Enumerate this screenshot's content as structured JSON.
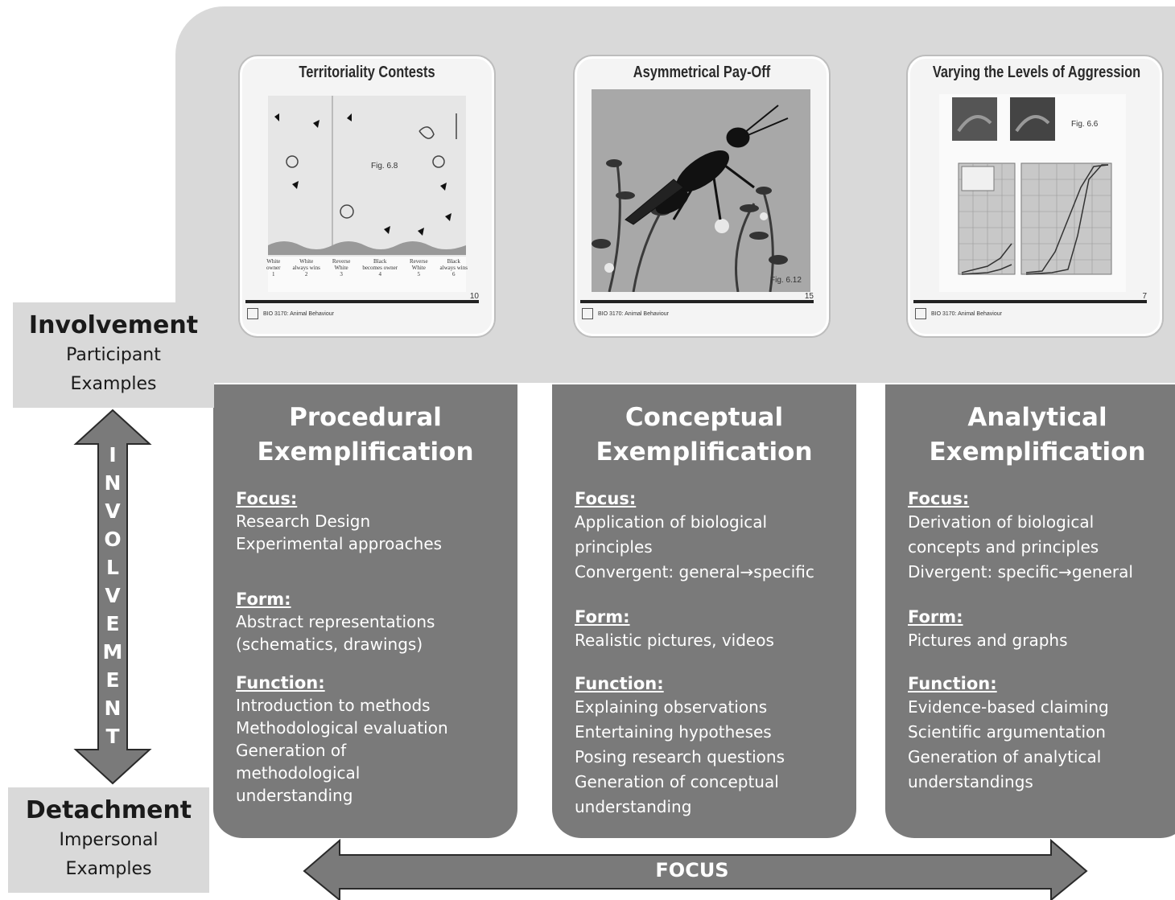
{
  "slides": [
    {
      "title": "Territoriality Contests",
      "fig": "Fig. 6.8",
      "page": "10",
      "footer": "BIO 3170: Animal Behaviour",
      "labels": [
        {
          "top": "White",
          "bottom": "owner",
          "num": "1"
        },
        {
          "top": "White",
          "bottom": "always wins",
          "num": "2"
        },
        {
          "top": "Reverse",
          "bottom": "White",
          "num": "3"
        },
        {
          "top": "Black",
          "bottom": "becomes owner",
          "num": "4"
        },
        {
          "top": "Reverse",
          "bottom": "White",
          "num": "5"
        },
        {
          "top": "Black",
          "bottom": "always wins",
          "num": "6"
        }
      ]
    },
    {
      "title": "Asymmetrical Pay-Off",
      "fig": "Fig. 6.12",
      "page": "15",
      "footer": "BIO 3170: Animal Behaviour"
    },
    {
      "title": "Varying the Levels of Aggression",
      "fig": "Fig. 6.6",
      "page": "7",
      "footer": "BIO 3170: Animal Behaviour"
    }
  ],
  "columns": [
    {
      "title": [
        "Procedural",
        "Exemplification"
      ],
      "focus_label": "Focus:",
      "focus": [
        "Research Design",
        "Experimental approaches"
      ],
      "form_label": "Form:",
      "form": [
        "Abstract representations",
        "(schematics, drawings)"
      ],
      "function_label": "Function:",
      "function": [
        "Introduction to methods",
        "Methodological evaluation",
        "Generation of",
        "methodological",
        "understanding"
      ]
    },
    {
      "title": [
        "Conceptual",
        "Exemplification"
      ],
      "focus_label": "Focus:",
      "focus": [
        "Application of biological",
        "principles",
        "Convergent: general→specific"
      ],
      "form_label": "Form:",
      "form": [
        "Realistic pictures, videos"
      ],
      "function_label": "Function:",
      "function": [
        "Explaining observations",
        "Entertaining hypotheses",
        "Posing research questions",
        "Generation of conceptual",
        "understanding"
      ]
    },
    {
      "title": [
        "Analytical",
        "Exemplification"
      ],
      "focus_label": "Focus:",
      "focus": [
        "Derivation of biological",
        "concepts and principles",
        "Divergent: specific→general"
      ],
      "form_label": "Form:",
      "form": [
        "Pictures and graphs"
      ],
      "function_label": "Function:",
      "function": [
        "Evidence-based claiming",
        "Scientific argumentation",
        "Generation of analytical",
        "understandings"
      ]
    }
  ],
  "involvement_box": {
    "title": "Involvement",
    "line1": "Participant",
    "line2": "Examples"
  },
  "detachment_box": {
    "title": "Detachment",
    "line1": "Impersonal",
    "line2": "Examples"
  },
  "vertical_arrow_letters": [
    "I",
    "N",
    "V",
    "O",
    "L",
    "V",
    "E",
    "M",
    "E",
    "N",
    "T"
  ],
  "focus_arrow_label": "FOCUS",
  "colors": {
    "panel": "#d9d9d9",
    "column": "#7a7a7a",
    "arrow": "#7a7a7a",
    "arrow_outline": "#2a2a2a"
  }
}
